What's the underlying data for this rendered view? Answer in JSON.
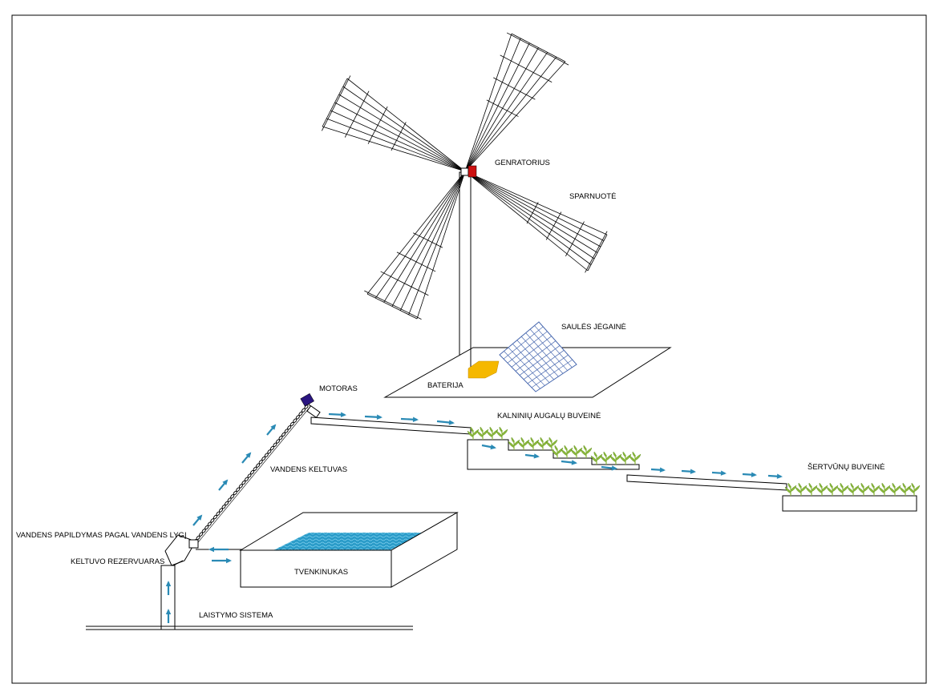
{
  "labels": {
    "generator": "GENRATORIUS",
    "blades": "SPARNUOTĖ",
    "solar": "SAULĖS JĖGAINĖ",
    "battery": "BATERIJA",
    "motor": "MOTORAS",
    "hill_habitat": "KALNINIŲ AUGALŲ BUVEINĖ",
    "water_lift": "VANDENS KELTUVAS",
    "refill": "VANDENS PAPILDYMAS PAGAL VANDENS LYGĮ",
    "lift_reservoir": "KELTUVO REZERVUARAS",
    "pond": "TVENKINUKAS",
    "irrigation": "LAISTYMO SISTEMA",
    "sedge_habitat": "ŠERTVŪNŲ BUVEINĖ"
  },
  "colors": {
    "flow_arrow": "#2a8ab5",
    "generator": "#cc1111",
    "battery": "#f5b800",
    "motor": "#2a1580",
    "solar_grid": "#4a6ab0",
    "water": "#2a9bc8",
    "plant": "#8ab83a"
  }
}
